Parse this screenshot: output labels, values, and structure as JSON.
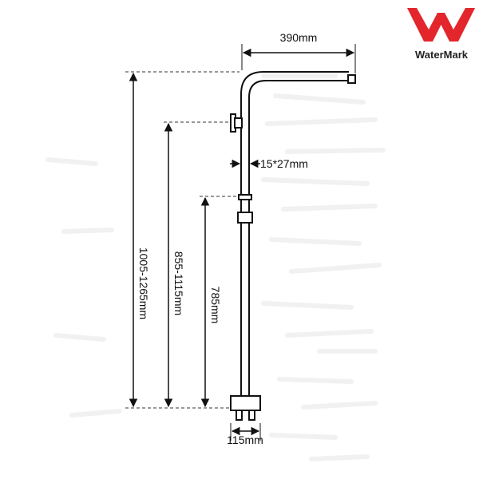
{
  "logo": {
    "brand_name": "WaterMark",
    "mark_letter": "W",
    "color": "#e3262c"
  },
  "dimensions": {
    "arm_reach": "390mm",
    "pipe_size": "15*27mm",
    "total_height": "1005-1265mm",
    "holder_height": "855-1115mm",
    "slider_height": "785mm",
    "base_width": "115mm"
  },
  "colors": {
    "line": "#111111",
    "dash": "#333333",
    "ghost": "#f1f1f1"
  }
}
